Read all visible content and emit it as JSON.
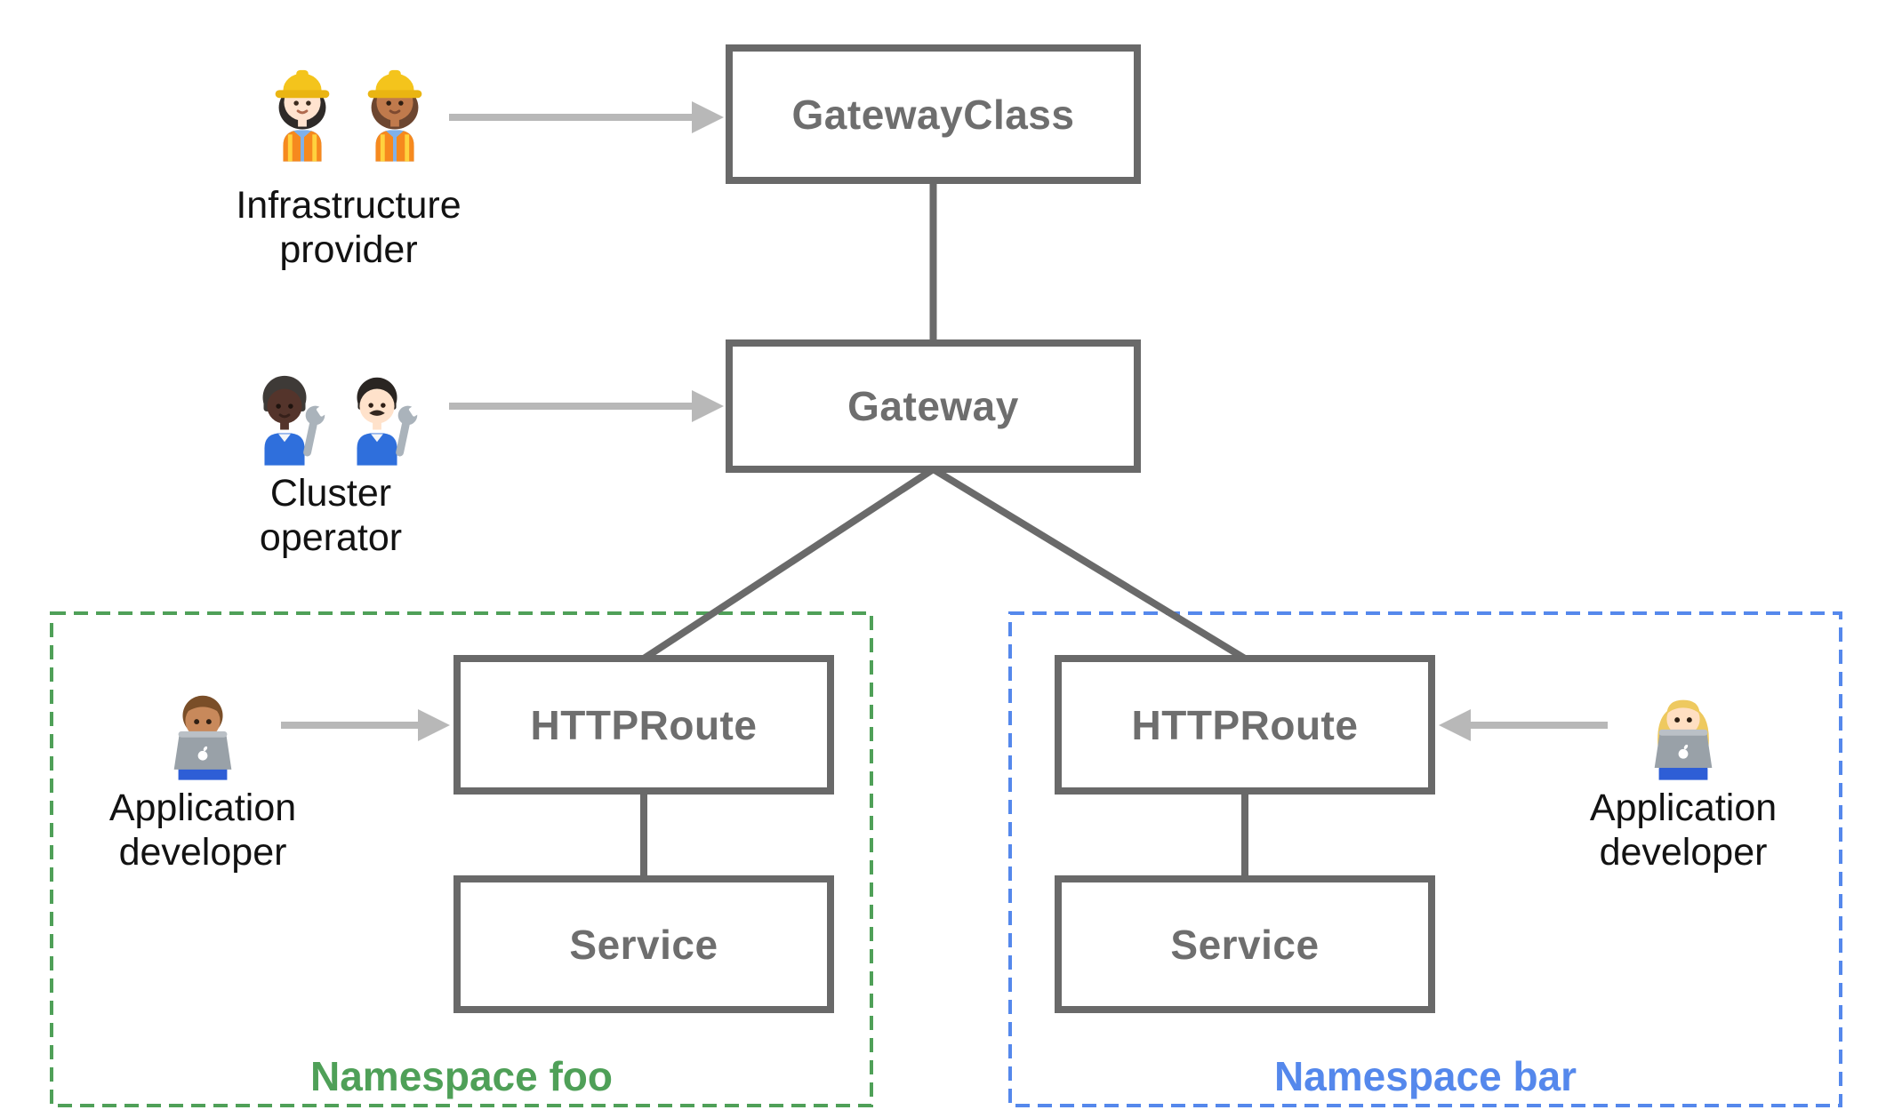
{
  "nodes": {
    "gatewayclass": {
      "label": "GatewayClass"
    },
    "gateway": {
      "label": "Gateway"
    },
    "httproute_foo": {
      "label": "HTTPRoute"
    },
    "service_foo": {
      "label": "Service"
    },
    "httproute_bar": {
      "label": "HTTPRoute"
    },
    "service_bar": {
      "label": "Service"
    }
  },
  "namespaces": {
    "foo": {
      "label": "Namespace foo",
      "accent_color": "#4FA058"
    },
    "bar": {
      "label": "Namespace bar",
      "accent_color": "#5588EC"
    }
  },
  "personas": {
    "infrastructure_provider": {
      "line1": "Infrastructure",
      "line2": "provider",
      "icons": [
        "woman-construction-worker-light-icon",
        "woman-construction-worker-medium-icon"
      ]
    },
    "cluster_operator": {
      "line1": "Cluster",
      "line2": "operator",
      "icons": [
        "mechanic-dark-skin-icon",
        "man-mechanic-light-icon"
      ]
    },
    "application_developer_foo": {
      "line1": "Application",
      "line2": "developer",
      "icons": [
        "man-technologist-icon"
      ]
    },
    "application_developer_bar": {
      "line1": "Application",
      "line2": "developer",
      "icons": [
        "woman-technologist-icon"
      ]
    }
  },
  "colors": {
    "box_border": "#696969",
    "box_text": "#6E6E6E",
    "connector": "#6A6A6A",
    "arrow": "#B8B8B8",
    "namespace_foo_green": "#4FA058",
    "namespace_bar_blue": "#5588EC",
    "persona_label_text": "#121212"
  }
}
